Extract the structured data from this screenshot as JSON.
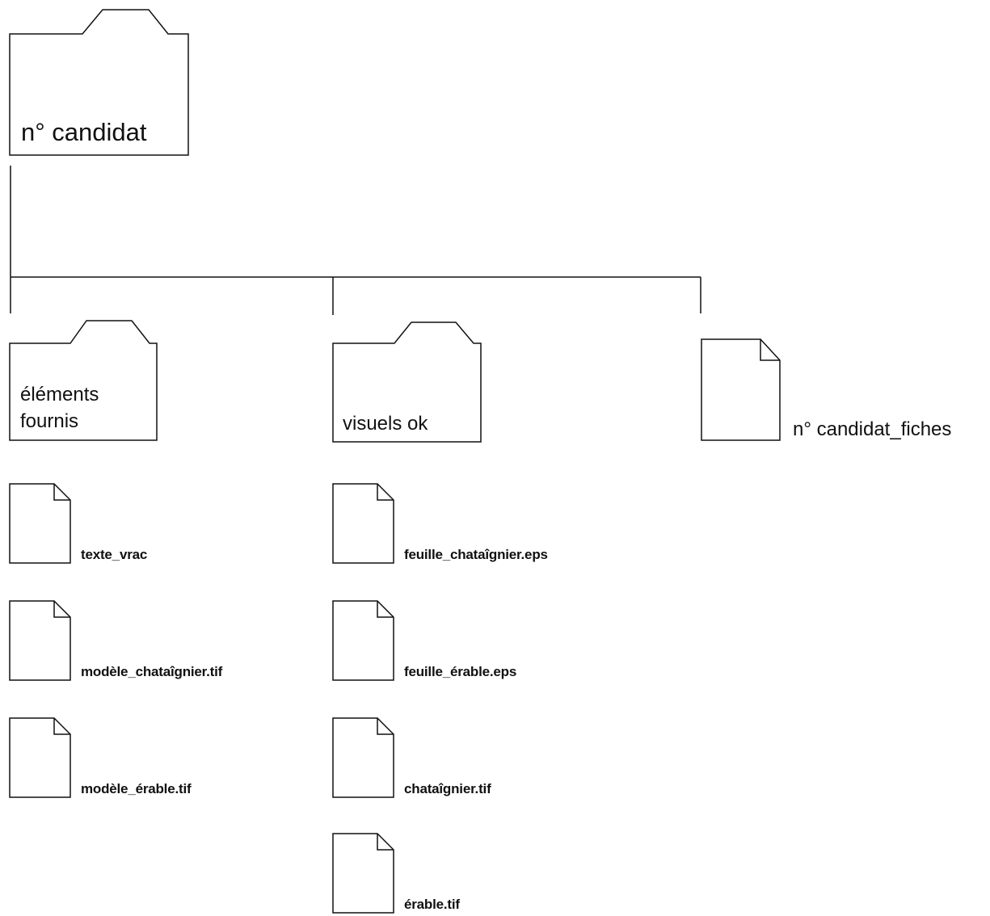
{
  "root": {
    "label": "n° candidat",
    "icon": "folder-icon"
  },
  "children": [
    {
      "label": "éléments fournis",
      "label_lines": [
        "éléments",
        "fournis"
      ],
      "icon": "folder-icon",
      "files": [
        "texte_vrac",
        "modèle_chataîgnier.tif",
        "modèle_érable.tif"
      ]
    },
    {
      "label": "visuels ok",
      "icon": "folder-icon",
      "files": [
        "feuille_chataîgnier.eps",
        "feuille_érable.eps",
        "chataîgnier.tif",
        "érable.tif"
      ]
    },
    {
      "label": "n° candidat_fiches",
      "icon": "document-icon"
    }
  ],
  "colors": {
    "line": "#111111",
    "background": "#ffffff"
  }
}
